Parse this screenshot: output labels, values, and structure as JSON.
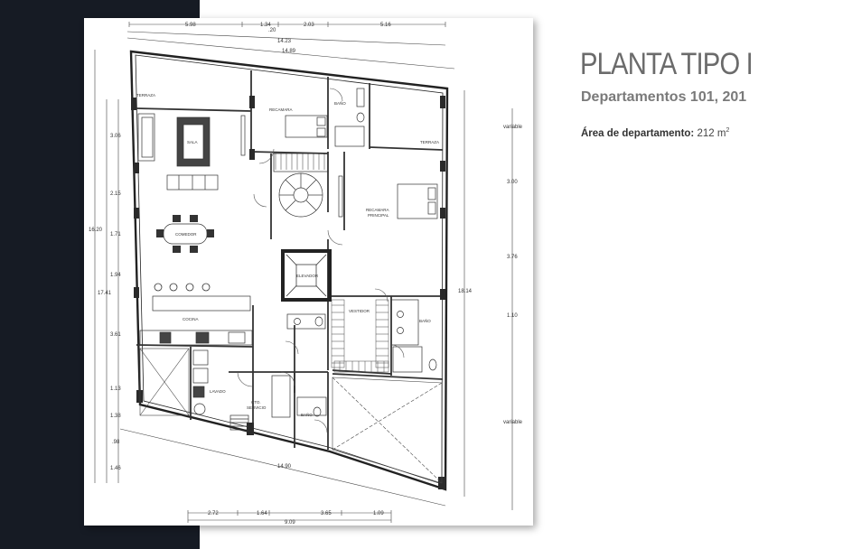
{
  "header": {
    "title": "PLANTA TIPO I",
    "subtitle": "Departamentos 101, 201",
    "area_label": "Área de departamento:",
    "area_value": "212 m",
    "area_unit_sup": "2"
  },
  "plan": {
    "dims_top": [
      "5.98",
      "1.34",
      "2.03",
      "5.16"
    ],
    "dim_top_small": ".20",
    "dim_top_total_1": "14.23",
    "dim_top_total_2": "14.89",
    "dims_left": [
      "3.06",
      "2.15",
      "1.71",
      "1.94",
      "3.61",
      "1.13",
      "1.38",
      ".98",
      "1.46"
    ],
    "dim_left_total_1": "16.20",
    "dim_left_total_2": "17.41",
    "dims_right": [
      "variable",
      "3.00",
      "3.76",
      "1.10",
      "variable"
    ],
    "dim_right_total": "18.14",
    "dim_bottom_total": "14.90",
    "dims_bottom": [
      "2.72",
      "1.64",
      "3.65",
      "1.09"
    ],
    "dim_bottom_overall": "9.09",
    "rooms": {
      "terraza_1": "TERRAZA",
      "recamara": "RECAMARA",
      "bano_1": "BAÑO",
      "terraza_2": "TERRAZA",
      "sala": "SALA",
      "comedor": "COMEDOR",
      "recamara_principal_1": "RECAMARA",
      "recamara_principal_2": "PRINCIPAL",
      "elevador": "ELEVADOR",
      "vestidor": "VESTIDOR",
      "bano_2": "BAÑO",
      "cocina": "COCINA",
      "lavado": "LAVADO",
      "cto_servicio_1": "CTO.",
      "cto_servicio_2": "SERVICIO",
      "bano_3": "BAÑO"
    }
  }
}
